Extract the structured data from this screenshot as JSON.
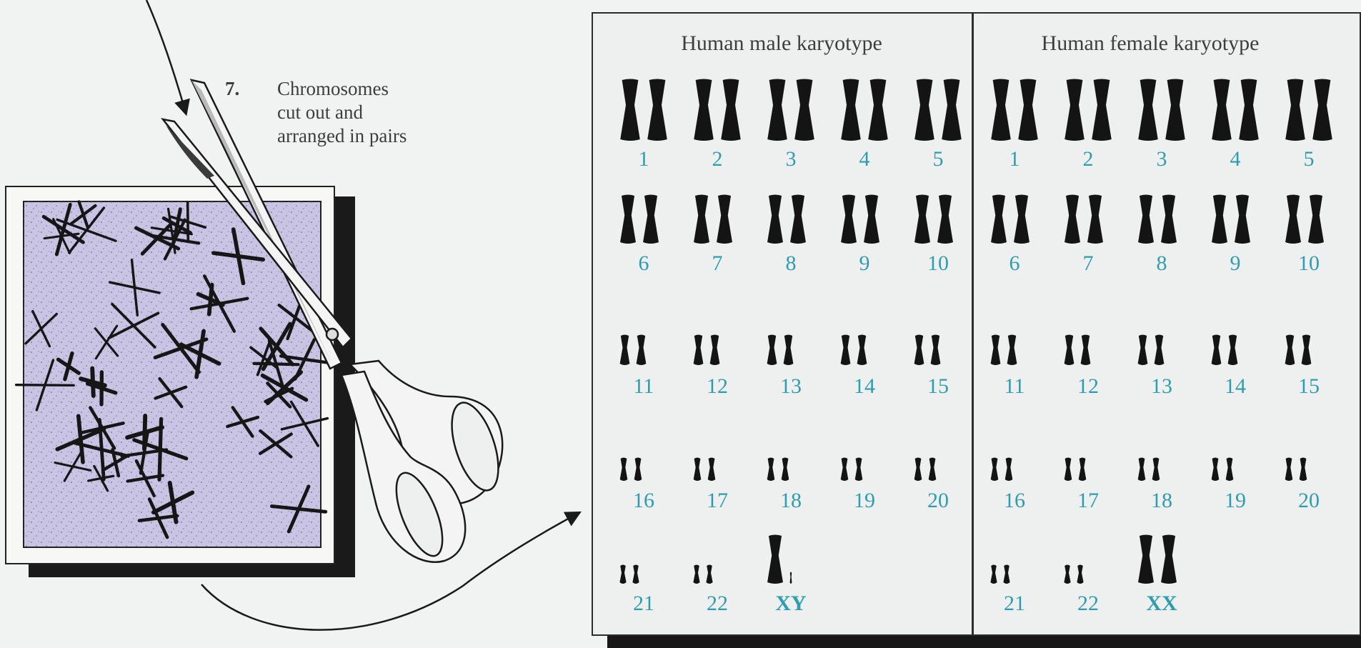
{
  "step": {
    "number": "7.",
    "lines": [
      "Chromosomes",
      "cut out and",
      "arranged in pairs"
    ]
  },
  "colors": {
    "label": "#2f9db1",
    "chromosome": "#141414",
    "slide_background": "#c9c4e3",
    "frame": "#2c2c2c"
  },
  "panels": [
    {
      "title": "Human male karyotype",
      "rows": [
        [
          "1",
          "2",
          "3",
          "4",
          "5"
        ],
        [
          "6",
          "7",
          "8",
          "9",
          "10"
        ],
        [
          "11",
          "12",
          "13",
          "14",
          "15"
        ],
        [
          "16",
          "17",
          "18",
          "19",
          "20"
        ],
        [
          "21",
          "22",
          "XY"
        ]
      ]
    },
    {
      "title": "Human female karyotype",
      "rows": [
        [
          "1",
          "2",
          "3",
          "4",
          "5"
        ],
        [
          "6",
          "7",
          "8",
          "9",
          "10"
        ],
        [
          "11",
          "12",
          "13",
          "14",
          "15"
        ],
        [
          "16",
          "17",
          "18",
          "19",
          "20"
        ],
        [
          "21",
          "22",
          "XX"
        ]
      ]
    }
  ],
  "icons": [
    "scissors-icon",
    "arrow-icon",
    "chromosome-spread-slide"
  ]
}
